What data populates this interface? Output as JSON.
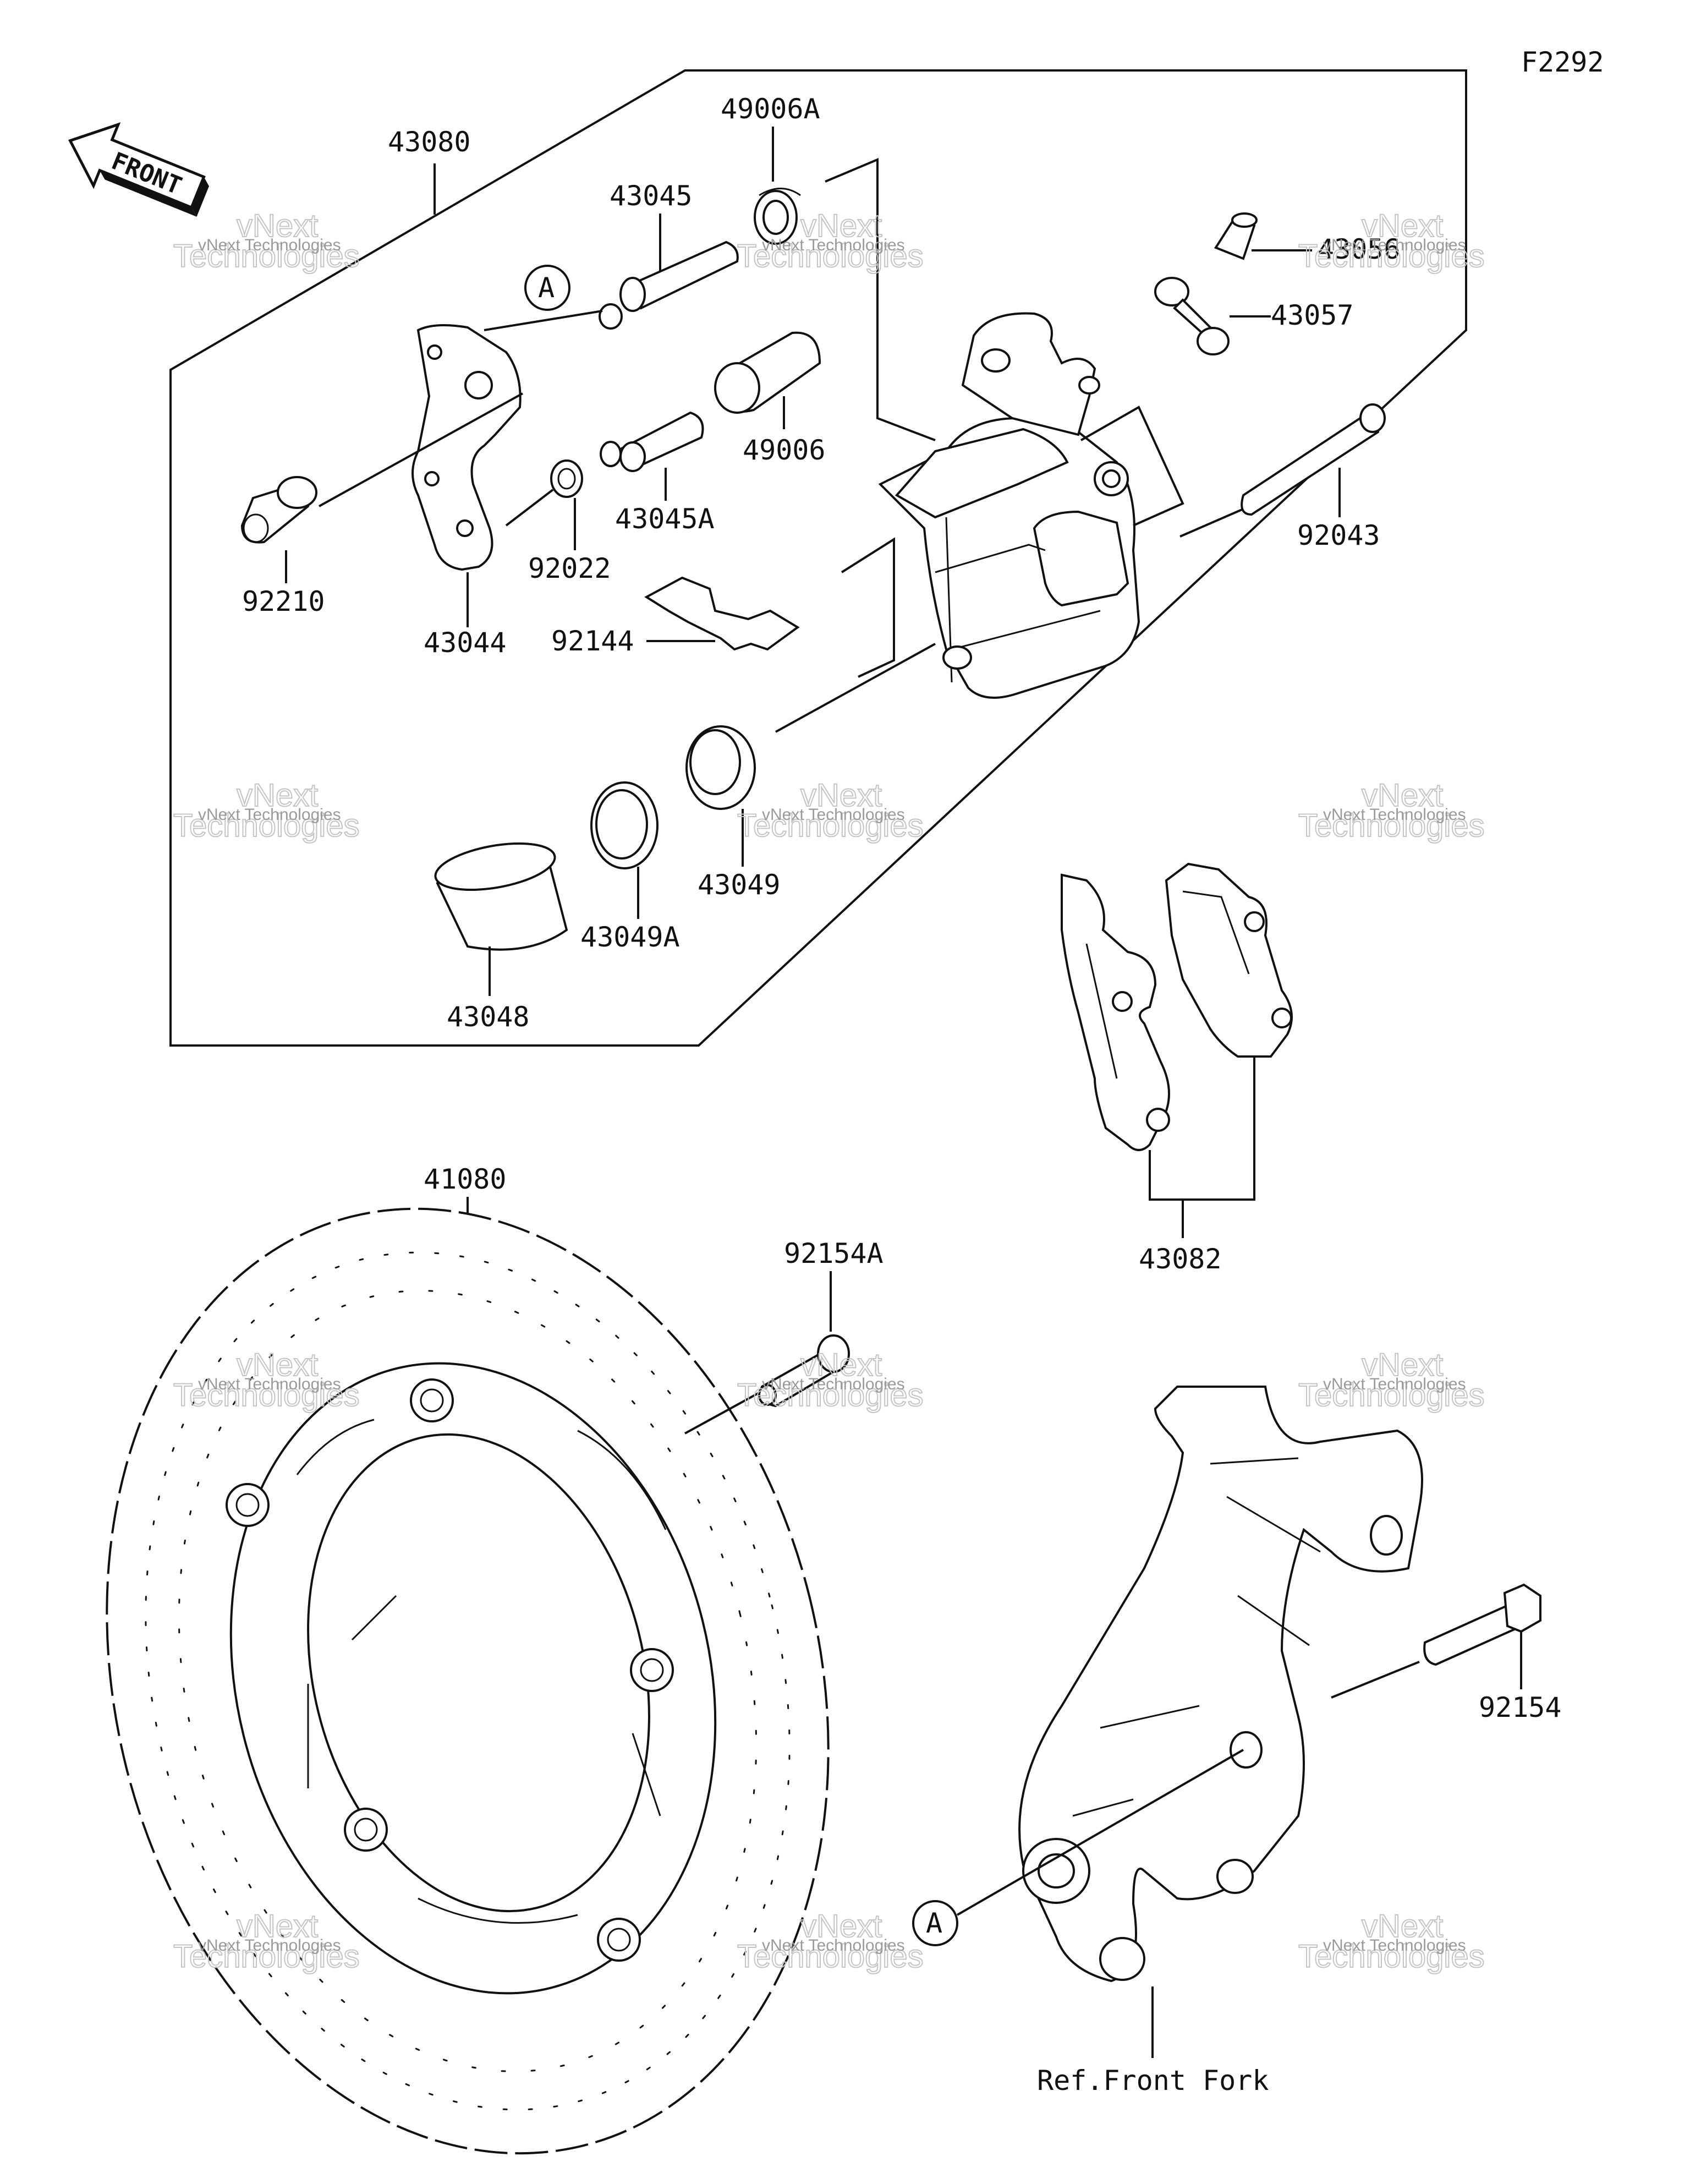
{
  "diagram_code": "F2292",
  "front_arrow_text": "FRONT",
  "ref_text": "Ref.Front Fork",
  "reference_marker": "A",
  "watermark": {
    "line1": "vNext",
    "line2": "vNext Technologies",
    "line3": "Technologies"
  },
  "parts": {
    "p43080": "43080",
    "p49006A": "49006A",
    "p43045": "43045",
    "p43056": "43056",
    "p43057": "43057",
    "p92210": "92210",
    "p43044": "43044",
    "p92022": "92022",
    "p43045A": "43045A",
    "p49006": "49006",
    "p92144": "92144",
    "p92043": "92043",
    "p43049": "43049",
    "p43049A": "43049A",
    "p43048": "43048",
    "p43082": "43082",
    "p41080": "41080",
    "p92154A": "92154A",
    "p92154": "92154"
  }
}
